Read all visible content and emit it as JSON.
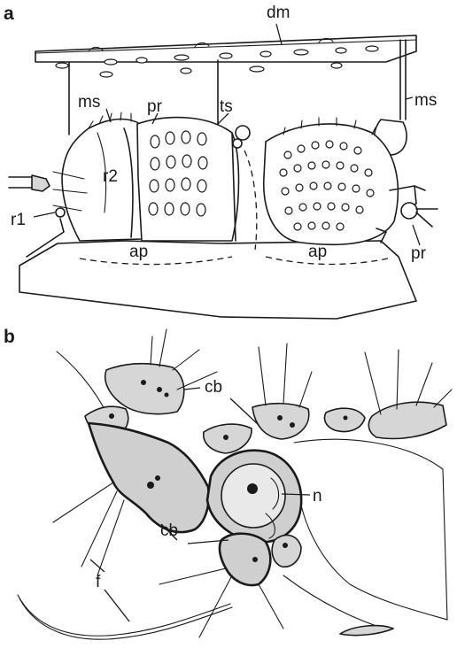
{
  "panels": {
    "a": {
      "letter": "a",
      "labels": {
        "dm": "dm",
        "ms_left": "ms",
        "pr_top": "pr",
        "ts": "ts",
        "ms_right": "ms",
        "r2": "r2",
        "r1": "r1",
        "ap_left": "ap",
        "ap_right": "ap",
        "pr_bottom": "pr"
      }
    },
    "b": {
      "letter": "b",
      "labels": {
        "cb_top": "cb",
        "n": "n",
        "cb_bottom": "cb",
        "f": "f"
      }
    }
  },
  "colors": {
    "ink": "#1a1a1a",
    "cell_fill": "#d6d6d6",
    "background": "#ffffff"
  }
}
